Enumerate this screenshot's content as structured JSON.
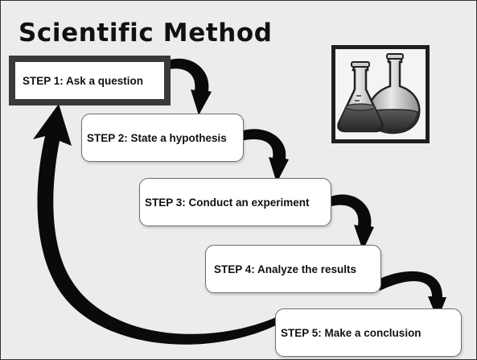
{
  "slide": {
    "title": "Scientific Method"
  },
  "steps": [
    {
      "label": "STEP 1: Ask a question"
    },
    {
      "label": "STEP 2: State a hypothesis"
    },
    {
      "label": "STEP 3:  Conduct an experiment"
    },
    {
      "label": "STEP 4: Analyze the results"
    },
    {
      "label": "STEP 5: Make a conclusion"
    }
  ],
  "illustration": {
    "icon": "lab-flasks-icon"
  },
  "colors": {
    "background": "#ececec",
    "box_fill": "#ffffff",
    "arrow": "#0a0a0a",
    "frame": "#1e1e1e"
  }
}
